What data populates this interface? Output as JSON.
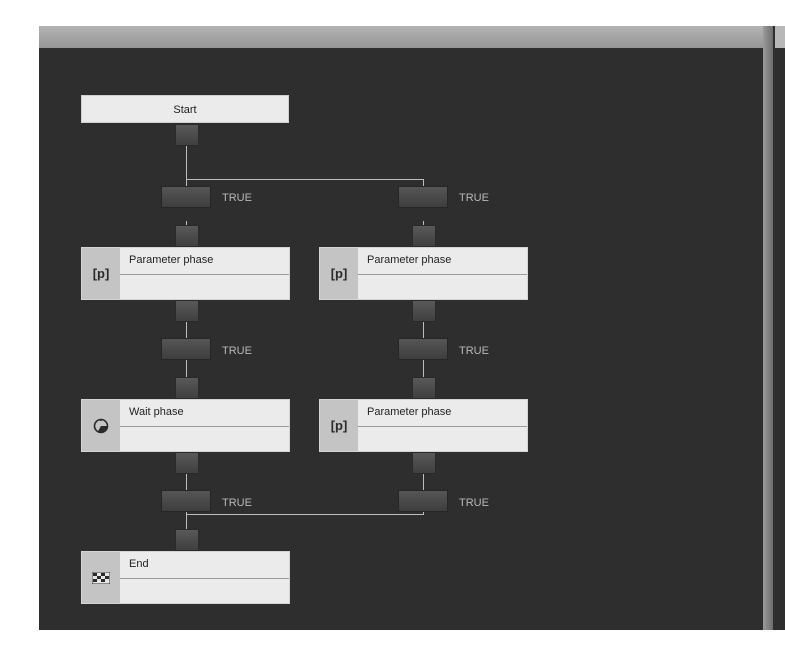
{
  "editor": {
    "start_label": "Start",
    "transition_label": "TRUE",
    "phases": {
      "left_1": {
        "label": "Parameter phase",
        "icon": "[p]",
        "icon_name": "parameter-icon"
      },
      "right_1": {
        "label": "Parameter phase",
        "icon": "[p]",
        "icon_name": "parameter-icon"
      },
      "left_2": {
        "label": "Wait phase",
        "icon": "◔",
        "icon_name": "clock-icon"
      },
      "right_2": {
        "label": "Parameter phase",
        "icon": "[p]",
        "icon_name": "parameter-icon"
      },
      "end": {
        "label": "End",
        "icon": "checkered-flag",
        "icon_name": "checkered-flag-icon"
      }
    }
  },
  "colors": {
    "canvas_bg": "#2e2e2e",
    "node_bg": "#ebebeb",
    "node_icon_bg": "#c4c4c4",
    "line": "#bdbdbd"
  }
}
